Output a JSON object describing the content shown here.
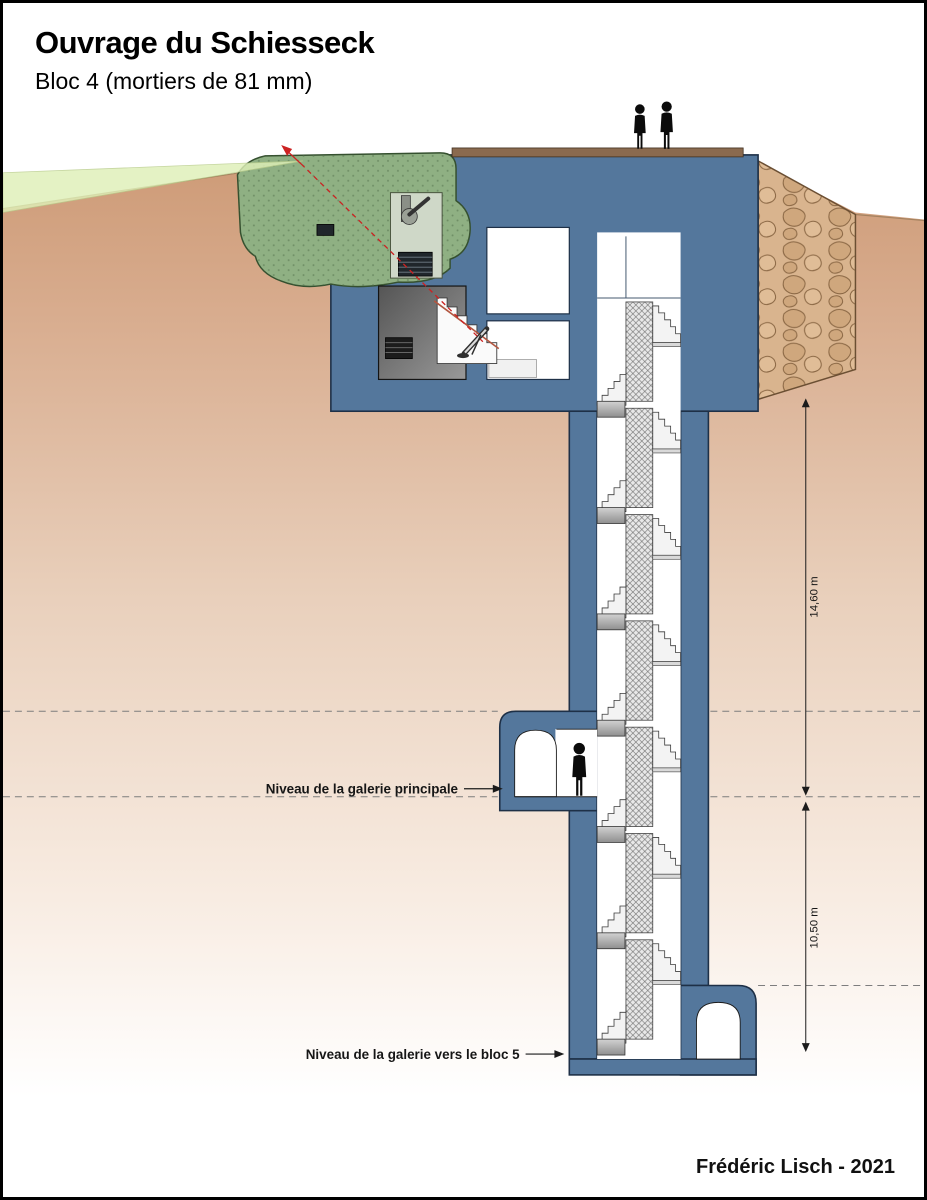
{
  "header": {
    "title": "Ouvrage du Schiesseck",
    "subtitle": "Bloc 4 (mortiers de 81 mm)"
  },
  "annotations": {
    "gallery_main_label": "Niveau de la galerie principale",
    "gallery_bloc5_label": "Niveau de la galerie vers le bloc 5",
    "dim_upper": "14,60 m",
    "dim_lower": "10,50 m"
  },
  "credit": "Frédéric Lisch - 2021",
  "colors": {
    "concrete_blue": "#54779c",
    "terrain_top": "#cd9a76",
    "mound_green": "#8fb083",
    "fire_beam_green": "#dff0b8",
    "trajectory_red": "#cc2222",
    "stone_revetment": "#d9b48e"
  }
}
